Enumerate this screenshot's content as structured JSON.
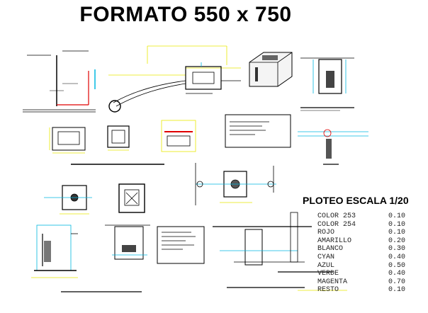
{
  "title": "FORMATO 550 x 750",
  "plot_scale_title": "PLOTEO ESCALA  1/20",
  "color_table": [
    {
      "name": "COLOR 253",
      "value": "0.10"
    },
    {
      "name": "COLOR 254",
      "value": "0.10"
    },
    {
      "name": "ROJO",
      "value": "0.10"
    },
    {
      "name": "AMARILLO",
      "value": "0.20"
    },
    {
      "name": "BLANCO",
      "value": "0.30"
    },
    {
      "name": "CYAN",
      "value": "0.40"
    },
    {
      "name": "AZUL",
      "value": "0.50"
    },
    {
      "name": "VERDE",
      "value": "0.40"
    },
    {
      "name": "MAGENTA",
      "value": "0.70"
    },
    {
      "name": "RESTO",
      "value": "0.10"
    }
  ],
  "colors": {
    "line": "#000000",
    "yellow": "#e8e800",
    "red": "#e00000",
    "cyan": "#00b8e0",
    "green": "#00a000",
    "magenta": "#c000c0"
  }
}
